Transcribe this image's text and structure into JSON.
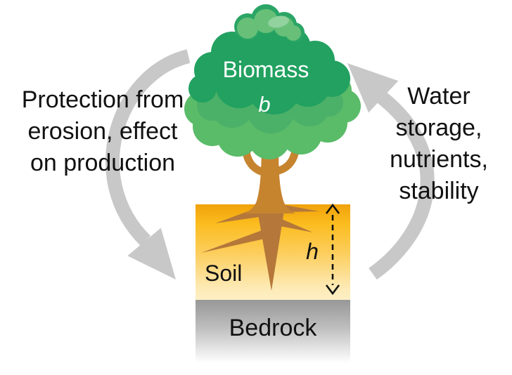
{
  "diagram": {
    "title_implicit": "Vegetation–soil feedback cycle",
    "tree": {
      "biomass_label": "Biomass",
      "biomass_symbol": "b"
    },
    "soil": {
      "label": "Soil",
      "depth_symbol": "h"
    },
    "bedrock": {
      "label": "Bedrock"
    },
    "left_arrow_caption": "Protection from\nerosion, effect\non production",
    "right_arrow_caption": "Water\nstorage,\nnutrients,\nstability"
  },
  "colors": {
    "background": "#FFFFFF",
    "arrow_gray": "#C8C8C8",
    "text": "#111111",
    "label_on_canopy": "#FFFFFF",
    "canopy_dark": "#22A160",
    "canopy_mid": "#4BB068",
    "canopy_light": "#5ABB69",
    "canopy_top_rim": "#2BA565",
    "canopy_top_fill": "#68C078",
    "canopy_highlight": "#92D29F",
    "trunk": "#C6842F",
    "root": "#B5783A",
    "soil_gradient_top": "#F0A10A",
    "soil_gradient_mid": "#FCCD5A",
    "soil_gradient_bottom": "#FDF0C6",
    "bedrock_gradient_top": "#979797",
    "bedrock_gradient_bottom": "#FFFFFF",
    "measure_arrow": "#111111"
  }
}
